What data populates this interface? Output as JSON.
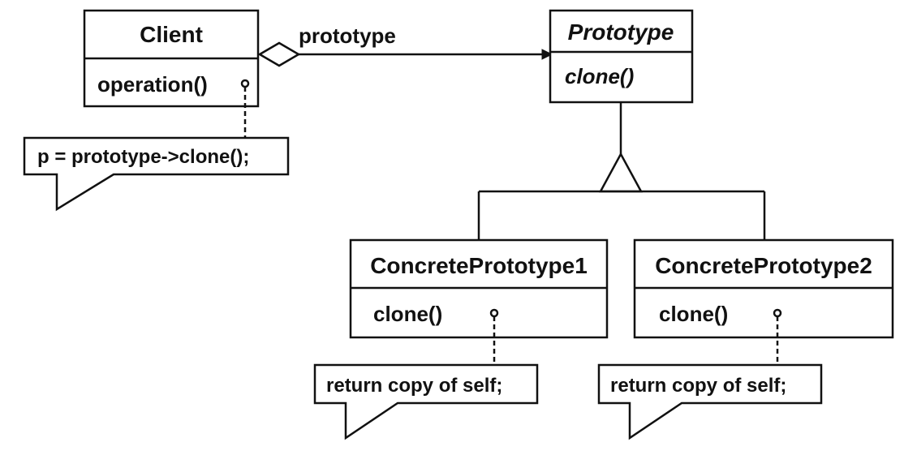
{
  "classes": {
    "client": {
      "name": "Client",
      "operation": "operation()"
    },
    "prototype": {
      "name": "Prototype",
      "operation": "clone()"
    },
    "concrete1": {
      "name": "ConcretePrototype1",
      "operation": "clone()"
    },
    "concrete2": {
      "name": "ConcretePrototype2",
      "operation": "clone()"
    }
  },
  "associations": {
    "client_to_prototype": {
      "label": "prototype",
      "kind": "aggregation"
    }
  },
  "notes": {
    "client_note": "p = prototype->clone();",
    "concrete1_note": "return copy of self;",
    "concrete2_note": "return copy of self;"
  },
  "inheritance": {
    "kind": "generalization"
  }
}
